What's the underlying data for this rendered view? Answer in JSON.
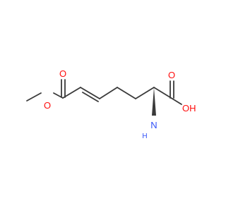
{
  "molecule": {
    "atoms": {
      "ester_o_carbonyl": "O",
      "ester_o_single": "O",
      "acid_o_carbonyl": "O",
      "acid_oh": "OH",
      "amine_n": "N",
      "amine_h": "H"
    },
    "colors": {
      "bond": "#3a3a3a",
      "oxygen": "#ff0d0d",
      "nitrogen": "#3050f8",
      "background": "#ffffff"
    }
  }
}
